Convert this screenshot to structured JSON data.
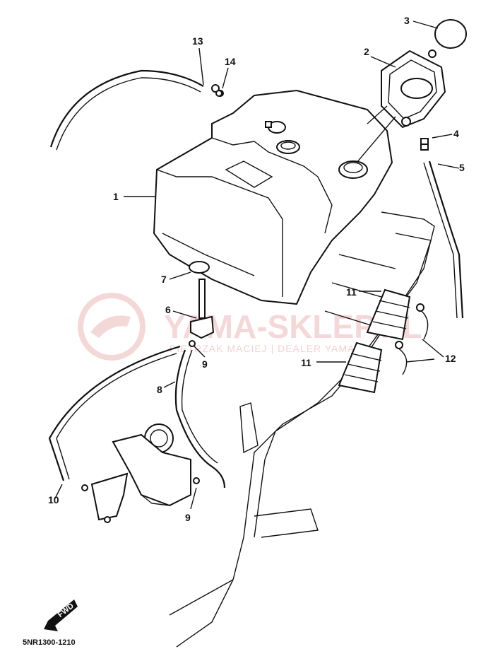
{
  "watermark": {
    "brand": "YAMA-SKLEP.PL",
    "subline": "PIETRZAK MACIEJ | DEALER YAMAHA",
    "accent": "#e8a8a8"
  },
  "diagram": {
    "code": "5NR1300-1210",
    "fwd_label": "FWD",
    "parts": [
      {
        "num": "1"
      },
      {
        "num": "2"
      },
      {
        "num": "3"
      },
      {
        "num": "4"
      },
      {
        "num": "5"
      },
      {
        "num": "6"
      },
      {
        "num": "7"
      },
      {
        "num": "8"
      },
      {
        "num": "9"
      },
      {
        "num": "9"
      },
      {
        "num": "10"
      },
      {
        "num": "11"
      },
      {
        "num": "11"
      },
      {
        "num": "12"
      },
      {
        "num": "13"
      },
      {
        "num": "14"
      }
    ]
  }
}
